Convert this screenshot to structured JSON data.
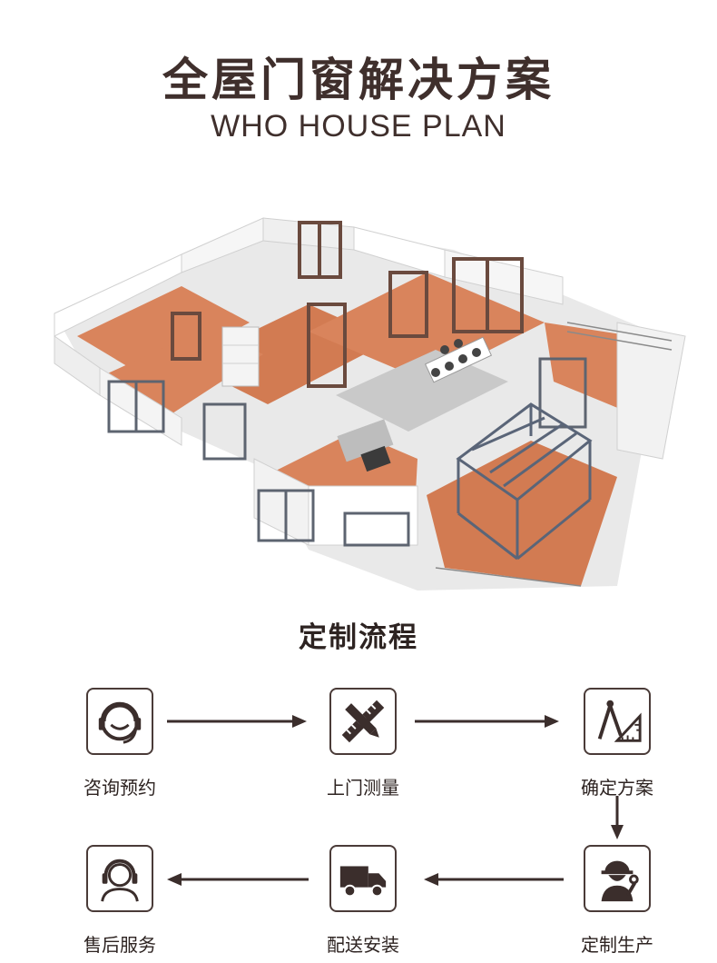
{
  "header": {
    "title": "全屋门窗解决方案",
    "subtitle": "WHO HOUSE PLAN"
  },
  "process": {
    "title": "定制流程",
    "steps": [
      {
        "label": "咨询预约",
        "icon": "customer-service-headset-icon"
      },
      {
        "label": "上门测量",
        "icon": "pencil-ruler-icon"
      },
      {
        "label": "确定方案",
        "icon": "compass-drafting-icon"
      },
      {
        "label": "定制生产",
        "icon": "worker-helmet-icon"
      },
      {
        "label": "配送安装",
        "icon": "delivery-truck-icon"
      },
      {
        "label": "售后服务",
        "icon": "headset-person-icon"
      }
    ]
  },
  "colors": {
    "text": "#3f2f2c",
    "frame": "#4a3b38",
    "floor": "#d9845c",
    "wall": "#f2f2f2",
    "window_frame": "#5d6470"
  }
}
